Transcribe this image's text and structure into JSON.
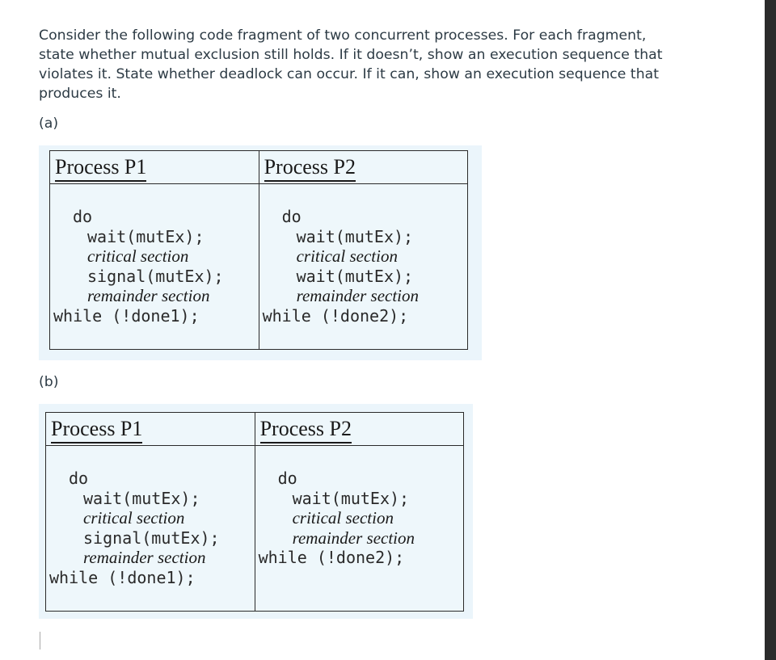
{
  "question": {
    "text": "Consider the following code fragment of two concurrent processes. For each fragment, state whether mutual exclusion still holds. If it doesn’t, show an execution sequence that violates it. State whether deadlock can occur. If it can, show an execution sequence that produces it."
  },
  "part_a": {
    "label": "(a)",
    "p1": {
      "header": "Process P1",
      "do": "do",
      "wait": "wait(mutEx);",
      "cs": "critical section",
      "op": "signal(mutEx);",
      "rs": "remainder section",
      "loop": "while (!done1);"
    },
    "p2": {
      "header": "Process P2",
      "do": "do",
      "wait": "wait(mutEx);",
      "cs": "critical section",
      "op": "wait(mutEx);",
      "rs": "remainder section",
      "loop": "while (!done2);"
    }
  },
  "part_b": {
    "label": "(b)",
    "p1": {
      "header": "Process P1",
      "do": "do",
      "wait": "wait(mutEx);",
      "cs": "critical section",
      "op": "signal(mutEx);",
      "rs": "remainder section",
      "loop": "while (!done1);"
    },
    "p2": {
      "header": "Process P2",
      "do": "do",
      "wait": "wait(mutEx);",
      "cs": "critical section",
      "rs": "remainder section",
      "loop": "while (!done2);"
    }
  }
}
